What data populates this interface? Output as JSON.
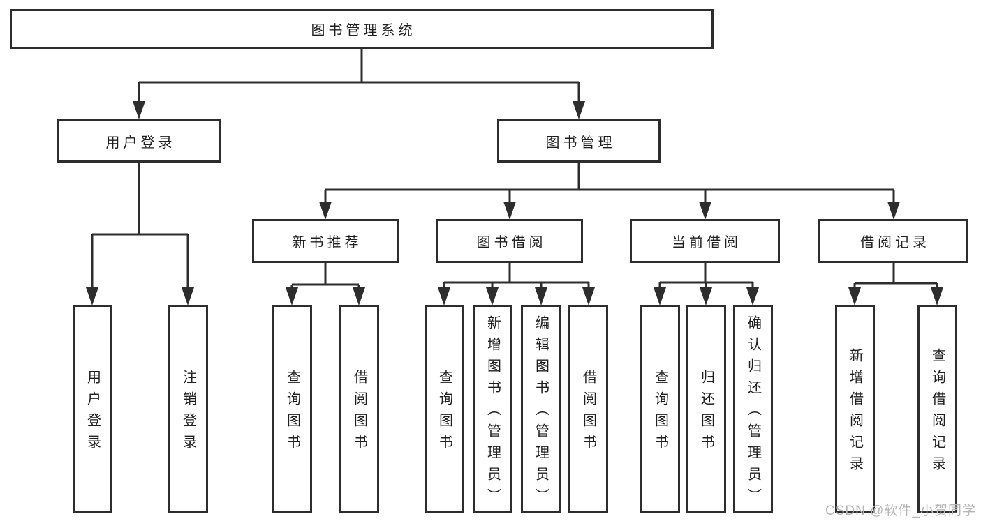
{
  "diagram": {
    "type": "hierarchy-diagram",
    "colors": {
      "line": "#2d2d2d",
      "text": "#1f1f1f",
      "background": "#ffffff",
      "watermark": "#b5b5b5"
    },
    "watermark": {
      "text": "CSDN @软件_小贺同学"
    },
    "tree": {
      "label": "图书管理系统",
      "children": [
        {
          "label": "用户登录",
          "children": [
            {
              "label": "用户登录"
            },
            {
              "label": "注销登录"
            }
          ]
        },
        {
          "label": "图书管理",
          "children": [
            {
              "label": "新书推荐",
              "children": [
                {
                  "label": "查询图书"
                },
                {
                  "label": "借阅图书"
                }
              ]
            },
            {
              "label": "图书借阅",
              "children": [
                {
                  "label": "查询图书"
                },
                {
                  "label": "新增图书（管理员）"
                },
                {
                  "label": "编辑图书（管理员）"
                },
                {
                  "label": "借阅图书"
                }
              ]
            },
            {
              "label": "当前借阅",
              "children": [
                {
                  "label": "查询图书"
                },
                {
                  "label": "归还图书"
                },
                {
                  "label": "确认归还（管理员）"
                }
              ]
            },
            {
              "label": "借阅记录",
              "children": [
                {
                  "label": "新增借阅记录"
                },
                {
                  "label": "查询借阅记录"
                }
              ]
            }
          ]
        }
      ]
    }
  }
}
